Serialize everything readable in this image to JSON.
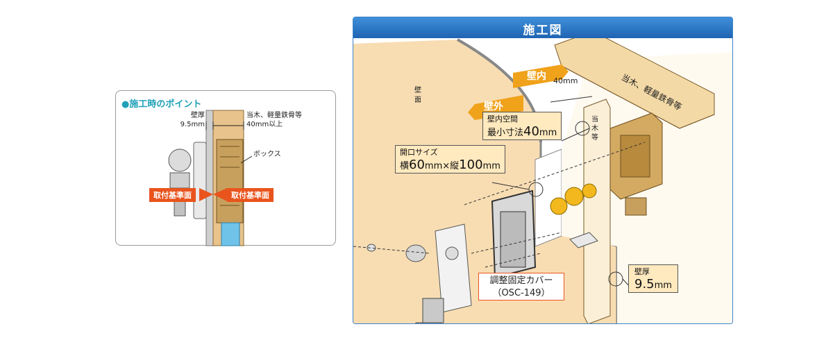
{
  "point": {
    "heading": "●施工時のポイント",
    "wall_thickness_label": "壁厚",
    "wall_thickness_value": "9.5mm",
    "stud_label": "当木、軽量鉄骨等",
    "stud_value": "40mm以上",
    "box_label": "ボックス",
    "ref_left": "取付基準面",
    "ref_right": "取付基準面"
  },
  "figure": {
    "title": "施工図",
    "wall_inside": "壁内",
    "wall_outside": "壁外",
    "wall_word_1": "壁",
    "wall_word_2": "面",
    "stud_top": "当木、軽量鉄骨等",
    "stud_side_1": "当",
    "stud_side_2": "木",
    "stud_side_3": "等",
    "depth_40": "40mm",
    "space_title": "壁内空間",
    "space_value_prefix": "最小寸法",
    "space_value_num": "40",
    "space_value_unit": "mm",
    "opening_title": "開口サイズ",
    "opening_w_prefix": "横",
    "opening_w_num": "60",
    "opening_w_unit": "mm",
    "opening_times": "×",
    "opening_h_prefix": "縦",
    "opening_h_num": "100",
    "opening_h_unit": "mm",
    "cover_name": "調整固定カバー",
    "cover_code": "（OSC-149）",
    "thick_title": "壁厚",
    "thick_num": "9.5",
    "thick_unit": "mm"
  },
  "colors": {
    "accent_blue": "#1f64b3",
    "teal": "#1fa0b7",
    "orange": "#f0a21b",
    "red": "#e9541d",
    "wall_tan": "#f8ddb3"
  }
}
